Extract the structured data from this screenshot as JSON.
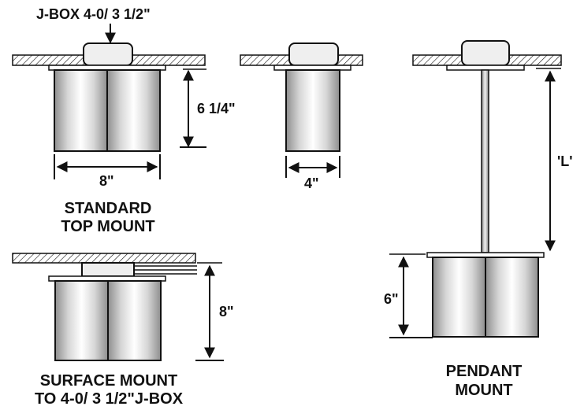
{
  "labels": {
    "jbox": "J-BOX 4-0/ 3 1/2\"",
    "height_standard": "6 1/4\"",
    "width_standard": "8\"",
    "standard_line1": "STANDARD",
    "standard_line2": "TOP MOUNT",
    "width_small": "4\"",
    "length_pendant": "'L'",
    "height_surface": "8\"",
    "surface_line1": "SURFACE MOUNT",
    "surface_line2": "TO 4-0/ 3 1/2\"J-BOX",
    "height_pendant": "6\"",
    "pendant_line1": "PENDANT",
    "pendant_line2": "MOUNT"
  },
  "colors": {
    "ink": "#111111",
    "metal_light": "#f4f4f4",
    "metal_dark": "#9a9a9a",
    "box_fill": "#efefef"
  }
}
